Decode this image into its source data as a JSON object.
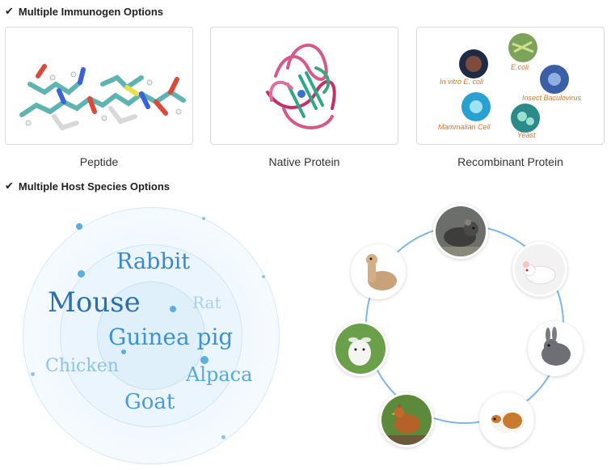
{
  "sections": {
    "immunogen_title": "Multiple Immunogen Options",
    "host_title": "Multiple Host Species Options"
  },
  "immunogens": [
    {
      "label": "Peptide"
    },
    {
      "label": "Native Protein"
    },
    {
      "label": "Recombinant Protein"
    }
  ],
  "recombinant_systems": {
    "in_vitro": "In vitro E. coli",
    "ecoli": "E.coli",
    "insect": "Insect Baculovirus",
    "mammalian": "Mammalian Cell",
    "yeast": "Yeast"
  },
  "host_species": {
    "rabbit": "Rabbit",
    "mouse": "Mouse",
    "rat": "Rat",
    "guinea_pig": "Guinea pig",
    "chicken": "Chicken",
    "alpaca": "Alpaca",
    "goat": "Goat"
  },
  "colors": {
    "accent_blue": "#2d7fc4",
    "light_blue": "#a6d0ee",
    "label_orange": "#e8711c",
    "ring_line": "#7fb6e3"
  },
  "icons": [
    "check-icon",
    "rat-photo",
    "mouse-photo",
    "rabbit-photo",
    "guinea-pig-photo",
    "chicken-photo",
    "goat-photo",
    "alpaca-photo"
  ]
}
